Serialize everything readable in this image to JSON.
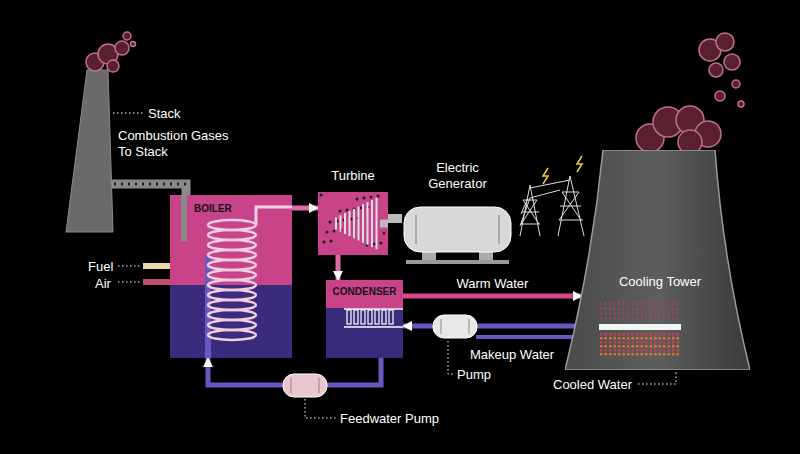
{
  "diagram": {
    "nodes": [
      {
        "text": [
          "BOILER"
        ]
      },
      {
        "text": [
          "Turbine"
        ]
      },
      {
        "text": [
          "CONDENSER"
        ]
      },
      {
        "text": [
          "Electric Generator"
        ]
      },
      {
        "text": [
          "Cooling Tower"
        ]
      }
    ],
    "edges": [
      {
        "from": 0,
        "to": 1,
        "arrow": "to"
      },
      {
        "from": 1,
        "to": 2,
        "arrow": "to"
      },
      {
        "from": 2,
        "to": 0,
        "arrow": "to"
      },
      {
        "from": 2,
        "to": 4,
        "label": "Warm Water",
        "arrow": "to"
      },
      {
        "from": 4,
        "to": 2,
        "arrow": "to"
      }
    ],
    "labels": [
      "Stack",
      "Combustion Gases To Stack",
      "Fuel",
      "Air",
      "Makeup Water",
      "Pump",
      "Cooled Water",
      "Feedwater Pump"
    ]
  }
}
